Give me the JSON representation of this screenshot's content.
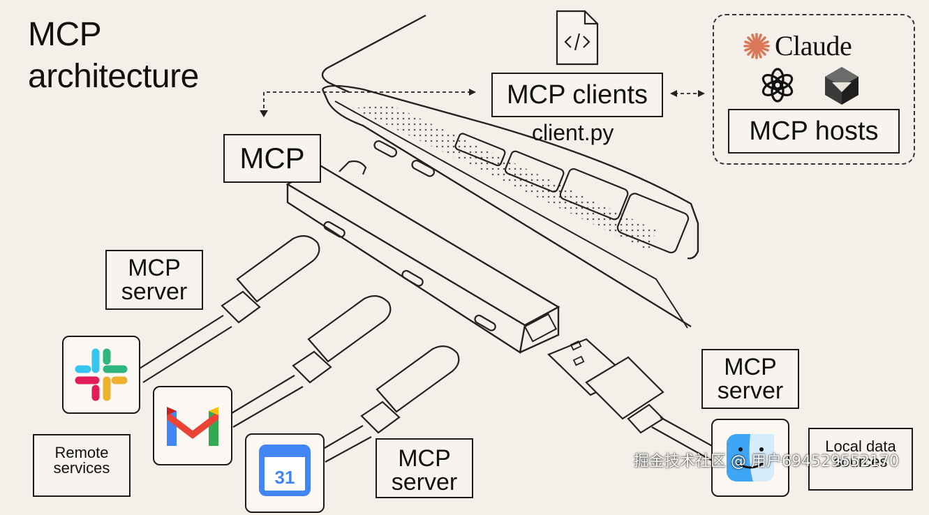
{
  "title": {
    "line1": "MCP",
    "line2": "architecture"
  },
  "labels": {
    "mcp": "MCP",
    "mcp_clients": "MCP clients",
    "client_file": "client.py",
    "mcp_hosts": "MCP hosts",
    "claude": "Claude",
    "server_left_line1": "MCP",
    "server_left_line2": "server",
    "server_right_line1": "MCP",
    "server_right_line2": "server",
    "server_bottom_line1": "MCP",
    "server_bottom_line2": "server",
    "remote_line1": "Remote",
    "remote_line2": "services",
    "local_line1": "Local data",
    "local_line2": "sources"
  },
  "icons": {
    "code_file": "code-file-icon",
    "claude_logo": "claude-logo-icon",
    "openai_logo": "openai-logo-icon",
    "perplexity_logo": "perplexity-logo-icon",
    "slack": "slack-icon",
    "gmail": "gmail-icon",
    "google_calendar": "google-calendar-icon",
    "finder": "finder-icon"
  },
  "calendar_day": "31",
  "colors": {
    "background": "#f4efe8",
    "claude_orange": "#d97757",
    "slack_blue": "#36c5f0",
    "slack_green": "#2eb67d",
    "slack_red": "#e01e5a",
    "slack_yellow": "#ecb22e",
    "gmail_red": "#ea4335",
    "gmail_blue": "#4285f4",
    "gmail_green": "#34a853",
    "gmail_yellow": "#fbbc04",
    "finder_blue": "#3fa6f5"
  },
  "watermark": "掘金技术社区 @ 用户694529552170"
}
